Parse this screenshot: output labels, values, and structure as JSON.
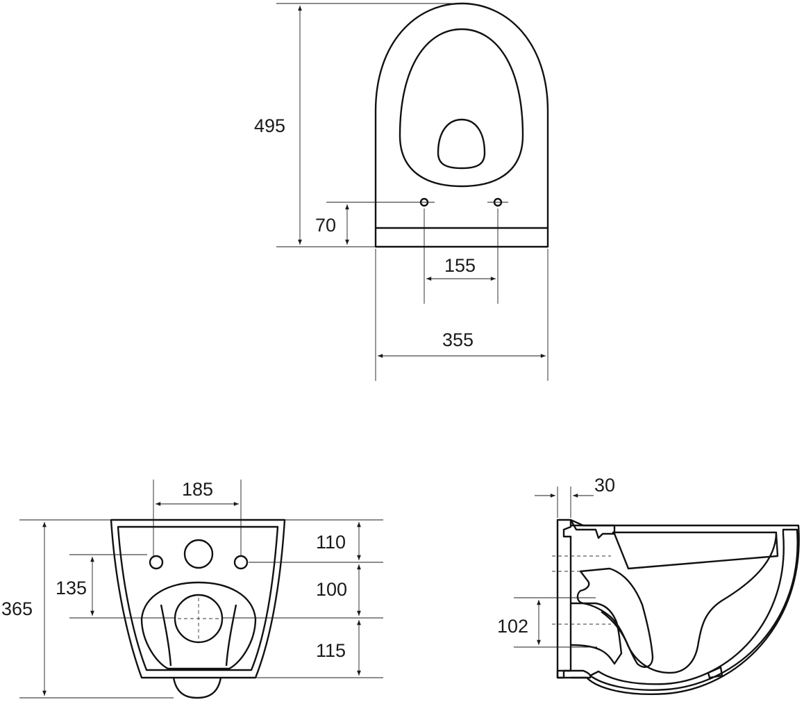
{
  "top_view": {
    "length": "495",
    "hole_offset": "70",
    "hole_spacing": "155",
    "width": "355"
  },
  "back_view": {
    "top_holes_spacing": "185",
    "total_height": "365",
    "hole_to_outlet": "135",
    "segment_top": "110",
    "segment_middle": "100",
    "segment_bottom": "115"
  },
  "side_section": {
    "wall_thickness": "30",
    "outlet_height": "102",
    "hatch_color": "#b89aa8"
  }
}
